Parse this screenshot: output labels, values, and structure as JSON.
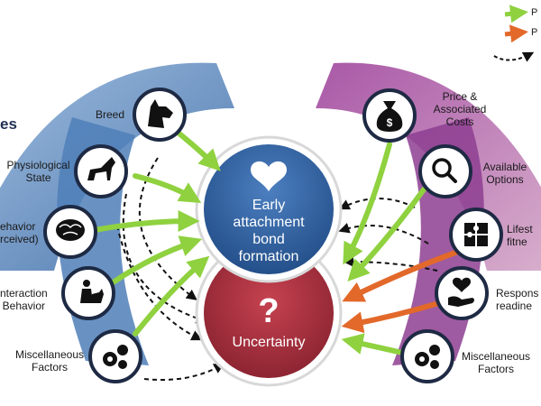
{
  "left_side_label": "es",
  "right_side_label": "",
  "center_top": {
    "icon": "heart-icon",
    "label": "Early\nattachment\nbond\nformation"
  },
  "center_bottom": {
    "icon": "question-mark-icon",
    "glyph": "?",
    "label": "Uncertainty"
  },
  "left_nodes": [
    {
      "id": "breed",
      "label": "Breed",
      "icon": "dog-head-icon"
    },
    {
      "id": "physiological",
      "label": "Physiological\nState",
      "icon": "dog-standing-icon"
    },
    {
      "id": "behavior",
      "label": "ehavior\nrceived)",
      "icon": "brain-icon"
    },
    {
      "id": "interaction",
      "label": "nteraction\nBehavior",
      "icon": "person-with-dog-icon"
    },
    {
      "id": "misc-left",
      "label": "Miscellaneous\nFactors",
      "icon": "gears-icon"
    }
  ],
  "right_nodes": [
    {
      "id": "price",
      "label": "Price &\nAssociated\nCosts",
      "icon": "money-bag-icon"
    },
    {
      "id": "options",
      "label": "Available\nOptions",
      "icon": "magnifier-icon"
    },
    {
      "id": "lifestyle",
      "label": "Lifest\nfitne",
      "icon": "puzzle-icon"
    },
    {
      "id": "responsible",
      "label": "Respons\nreadine",
      "icon": "heart-in-hand-icon"
    },
    {
      "id": "misc-right",
      "label": "Miscellaneous\nFactors",
      "icon": "gears-icon"
    }
  ],
  "legend": [
    {
      "label": "P",
      "kind": "green-arrow"
    },
    {
      "label": "P",
      "kind": "orange-arrow"
    },
    {
      "label": "",
      "kind": "dashed-arrow"
    }
  ],
  "colors": {
    "green": "#8fd13f",
    "orange": "#e2692a",
    "blue": "#2e5d9c",
    "red": "#a8303a",
    "purple": "#8b3d8f",
    "node_border": "#1e2a44"
  }
}
